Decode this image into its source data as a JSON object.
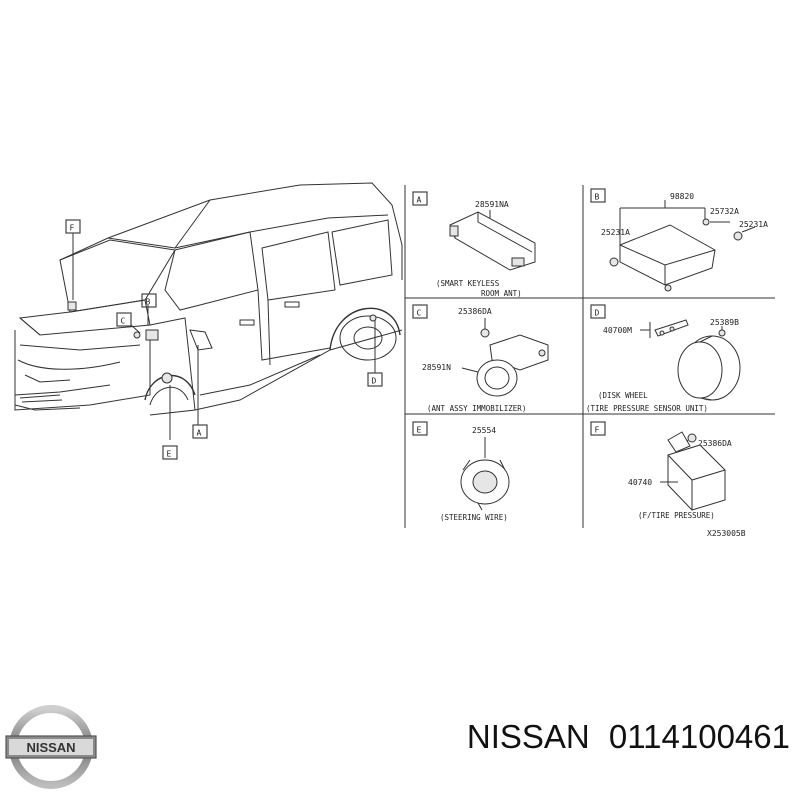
{
  "callouts": {
    "A": "A",
    "B": "B",
    "C": "C",
    "D": "D",
    "E": "E",
    "F": "F"
  },
  "panels": {
    "A": {
      "letter": "A",
      "part_numbers": [
        "28591NA"
      ],
      "caption": [
        "(SMART KEYLESS",
        "ROOM ANT)"
      ]
    },
    "B": {
      "letter": "B",
      "part_numbers": [
        "98820",
        "25732A",
        "25231A",
        "25231A"
      ]
    },
    "C": {
      "letter": "C",
      "part_numbers": [
        "25386DA",
        "28591N"
      ],
      "caption": "(ANT ASSY IMMOBILIZER)"
    },
    "D": {
      "letter": "D",
      "part_numbers": [
        "40700M",
        "25389B"
      ],
      "caption": [
        "(DISK WHEEL",
        "(TIRE PRESSURE SENSOR UNIT)"
      ]
    },
    "E": {
      "letter": "E",
      "part_numbers": [
        "25554"
      ],
      "caption": "(STEERING WIRE)"
    },
    "F": {
      "letter": "F",
      "part_numbers": [
        "25386DA",
        "40740"
      ],
      "caption": "(F/TIRE PRESSURE)"
    }
  },
  "diagram_code": "X253005B",
  "brand": {
    "logo_text": "NISSAN",
    "name": "NISSAN",
    "part_number": "0114100461"
  }
}
